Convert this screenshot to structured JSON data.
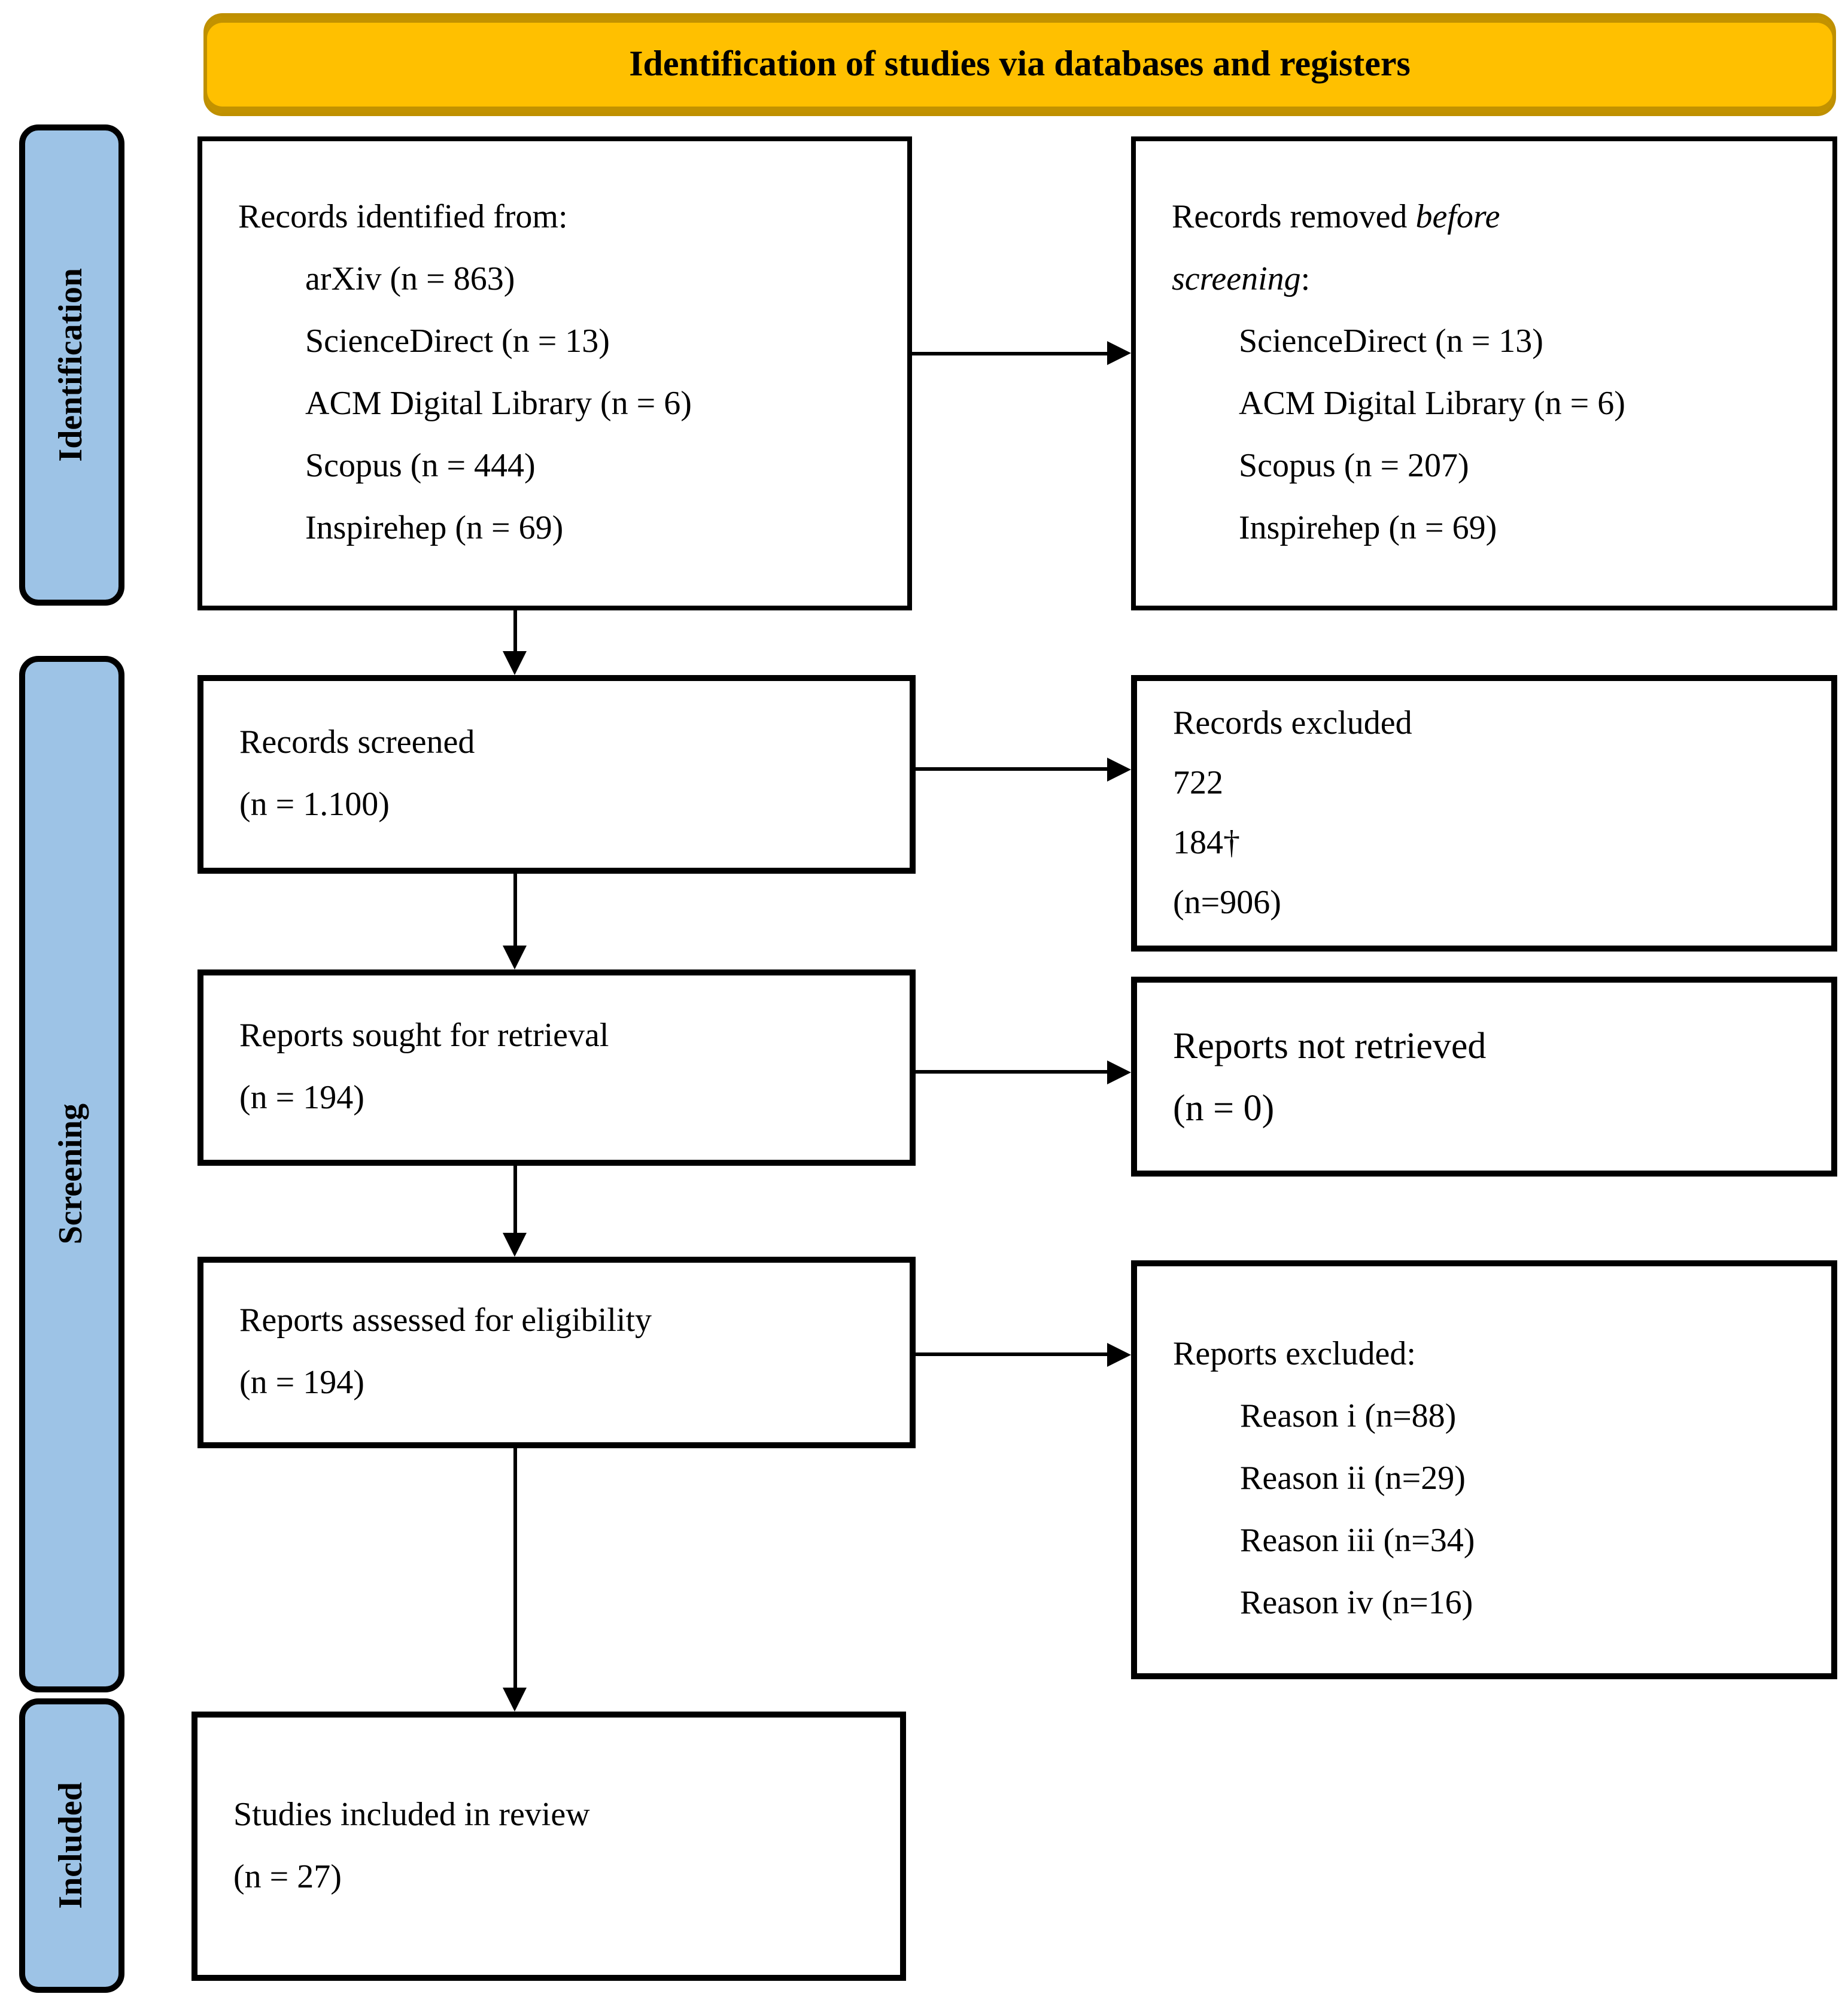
{
  "banner": {
    "title": "Identification of studies via databases and registers"
  },
  "colors": {
    "banner_fill": "#FFC000",
    "banner_border": "#BF9000",
    "sidebar_fill": "#9DC3E6"
  },
  "sidebar": {
    "identification": "Identification",
    "screening": "Screening",
    "included": "Included"
  },
  "boxes": {
    "identified": {
      "title": "Records identified from:",
      "items": [
        "arXiv (n = 863)",
        "ScienceDirect (n = 13)",
        "ACM Digital Library (n = 6)",
        "Scopus (n = 444)",
        "Inspirehep (n = 69)"
      ]
    },
    "removed": {
      "line1_regular": "Records removed ",
      "line1_italic": "before",
      "line2_italic": "screening",
      "line2_regular": ":",
      "items": [
        "ScienceDirect (n = 13)",
        "ACM Digital Library (n = 6)",
        "Scopus (n = 207)",
        "Inspirehep (n = 69)"
      ]
    },
    "screened": {
      "line1": "Records screened",
      "line2": "(n = 1.100)"
    },
    "records_excluded": {
      "line1": "Records excluded",
      "line2": "722",
      "line3": "184†",
      "line4": "(n=906)"
    },
    "sought": {
      "line1": "Reports sought for retrieval",
      "line2": "(n = 194)"
    },
    "not_retrieved": {
      "line1": "Reports not retrieved",
      "line2": "(n = 0)"
    },
    "assessed": {
      "line1": "Reports assessed for eligibility",
      "line2": "(n = 194)"
    },
    "reports_excluded": {
      "title": "Reports excluded:",
      "items": [
        "Reason i (n=88)",
        "Reason ii (n=29)",
        "Reason iii (n=34)",
        "Reason iv (n=16)"
      ]
    },
    "included_box": {
      "line1": "Studies included in review",
      "line2": "(n = 27)"
    }
  }
}
